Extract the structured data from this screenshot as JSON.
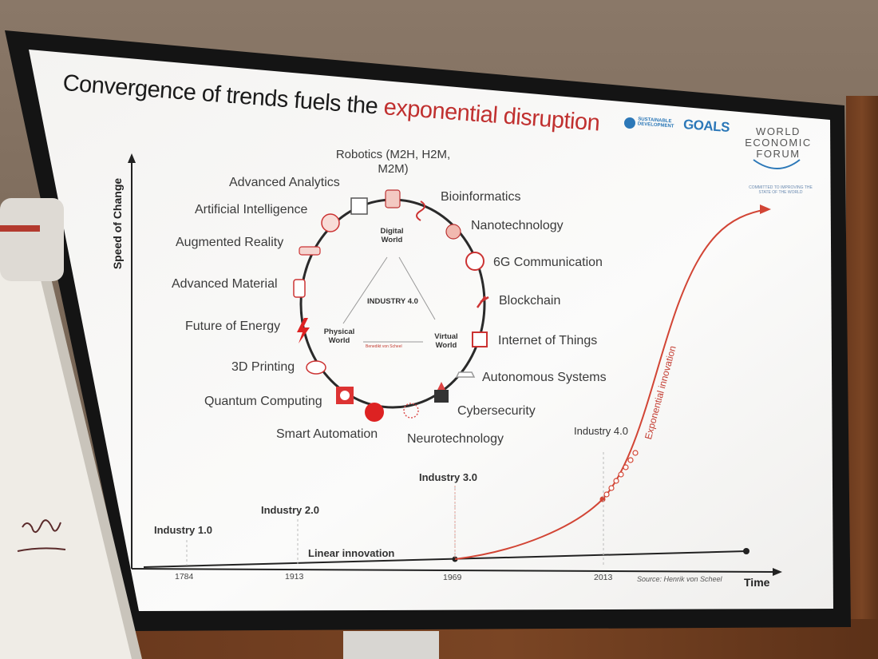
{
  "slide": {
    "title_prefix": "Convergence of trends fuels the",
    "title_accent": "exponential disruption",
    "logos": {
      "sdg_small_1": "SUSTAINABLE",
      "sdg_small_2": "DEVELOPMENT",
      "sdg_goals": "GOALS",
      "wef_line1": "WORLD",
      "wef_line2": "ECONOMIC",
      "wef_line3": "FORUM",
      "wef_tagline": "COMMITTED TO IMPROVING THE STATE OF THE WORLD"
    },
    "axis": {
      "y_label": "Speed of Change",
      "x_label": "Time"
    },
    "wheel": {
      "center_label": "INDUSTRY 4.0",
      "digital_world": "Digital World",
      "physical_world": "Physical World",
      "virtual_world": "Virtual World",
      "credit": "Benedikt von Scheel",
      "trends": [
        {
          "label": "Robotics (M2H, H2M, M2M)"
        },
        {
          "label": "Bioinformatics"
        },
        {
          "label": "Nanotechnology"
        },
        {
          "label": "6G Communication"
        },
        {
          "label": "Blockchain"
        },
        {
          "label": "Internet of Things"
        },
        {
          "label": "Autonomous Systems"
        },
        {
          "label": "Cybersecurity"
        },
        {
          "label": "Neurotechnology"
        },
        {
          "label": "Smart Automation"
        },
        {
          "label": "Quantum Computing"
        },
        {
          "label": "3D Printing"
        },
        {
          "label": "Future of Energy"
        },
        {
          "label": "Advanced Material"
        },
        {
          "label": "Augmented Reality"
        },
        {
          "label": "Artificial Intelligence"
        },
        {
          "label": "Advanced Analytics"
        }
      ]
    },
    "timeline": {
      "eras": [
        {
          "label": "Industry 1.0",
          "year": "1784"
        },
        {
          "label": "Industry 2.0",
          "year": "1913"
        },
        {
          "label": "Industry 3.0",
          "year": "1969"
        },
        {
          "label": "Industry 4.0",
          "year": "2013"
        }
      ],
      "linear_label": "Linear innovation",
      "exponential_label": "Exponential innovation",
      "source": "Source: Henrik von Scheel"
    },
    "colors": {
      "accent_red": "#c0302f",
      "sdg_blue": "#2c78b8",
      "frame": "#141414"
    }
  }
}
